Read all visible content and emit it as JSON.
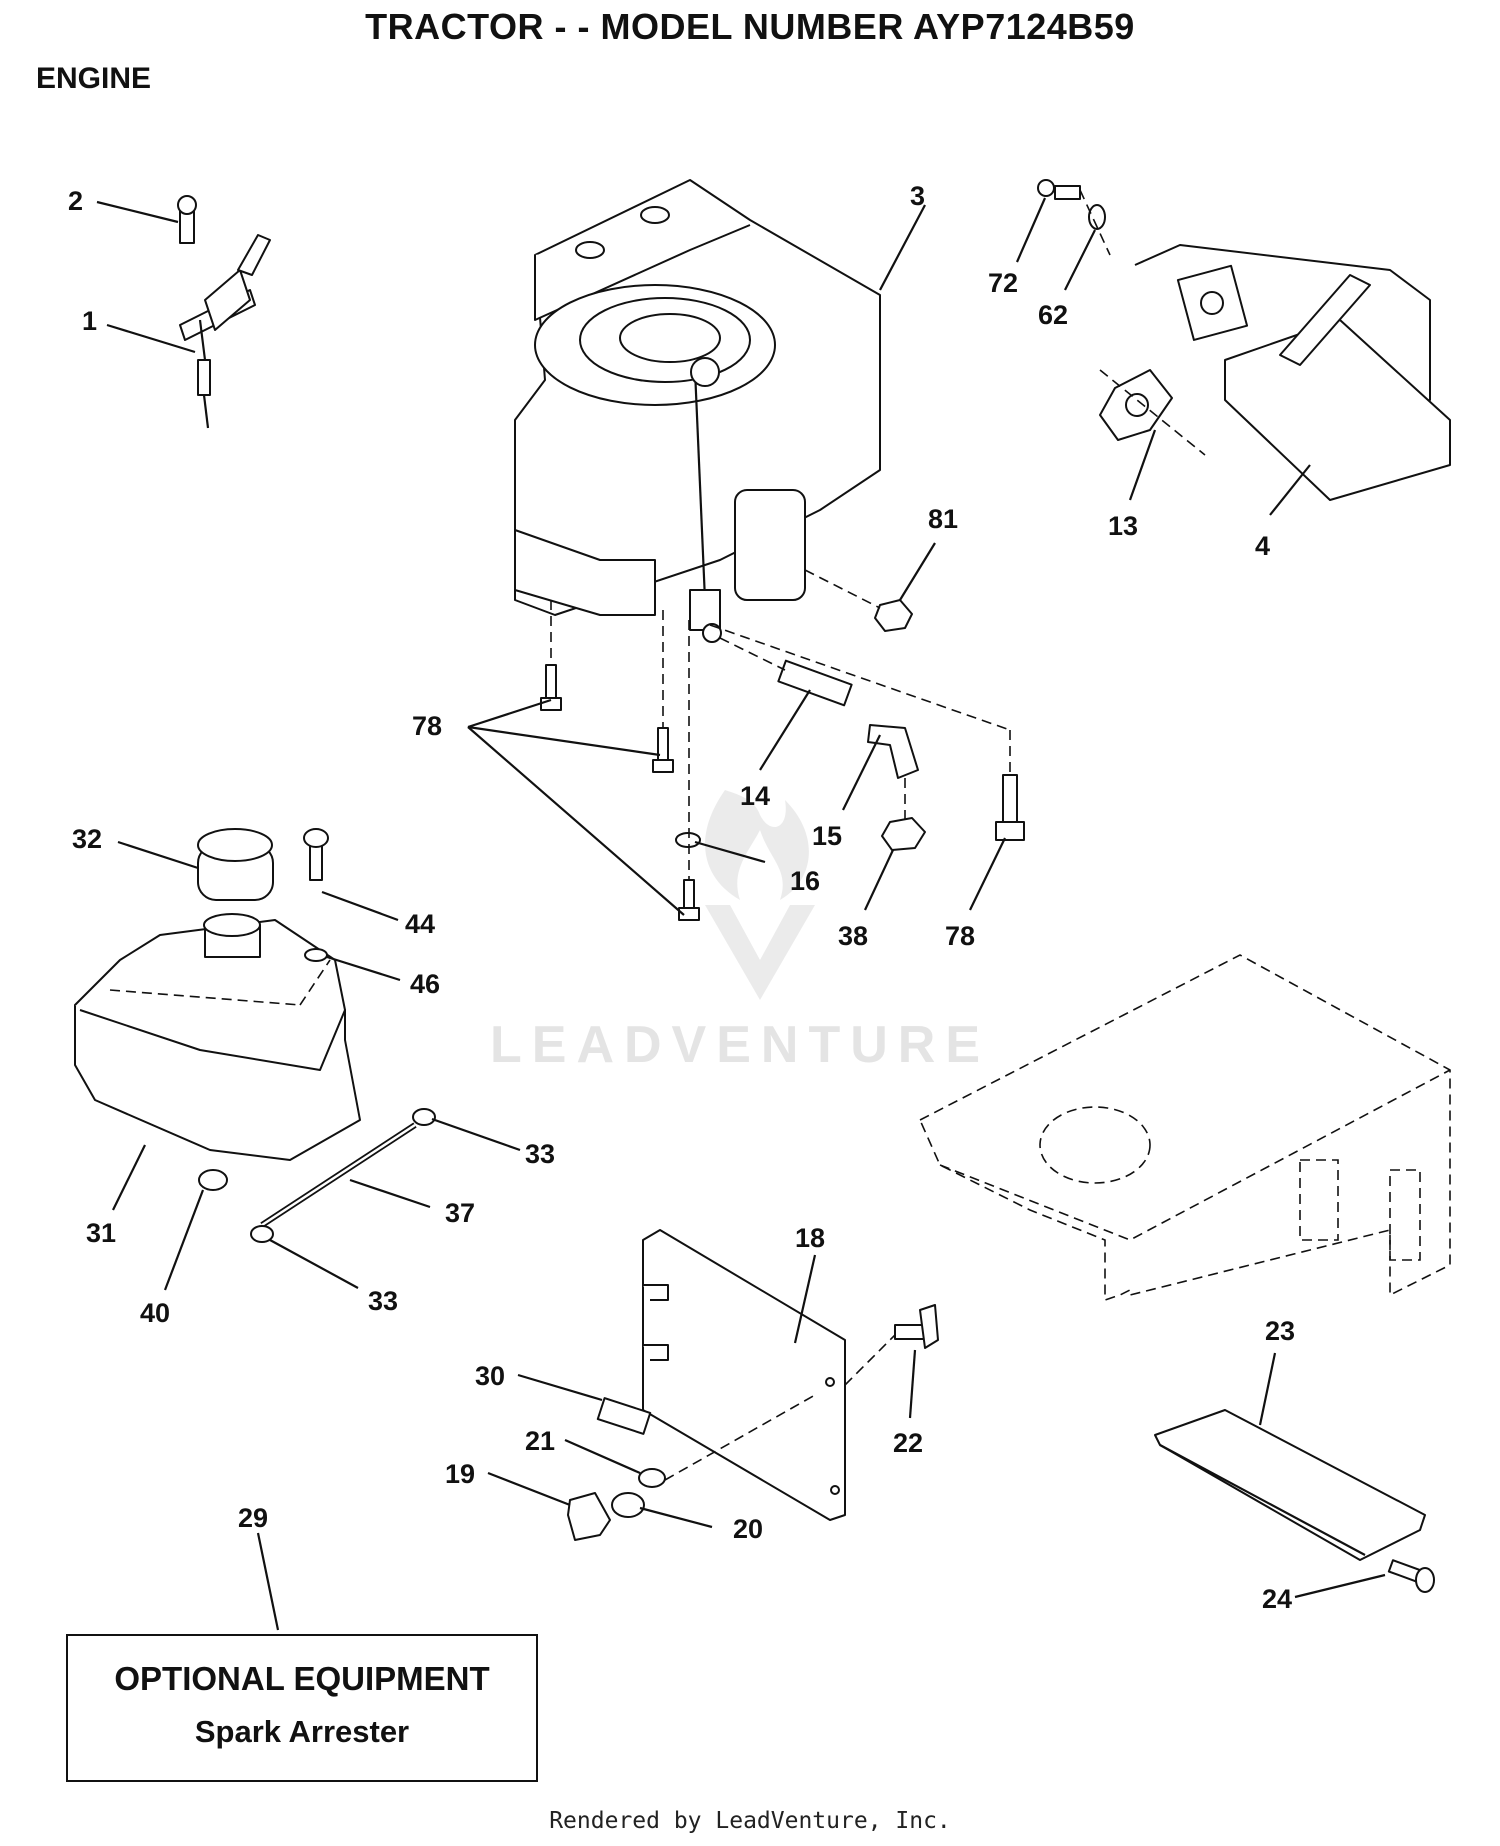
{
  "header": {
    "title": "TRACTOR - - MODEL NUMBER AYP7124B59",
    "section": "ENGINE"
  },
  "watermark": "LEADVENTURE",
  "callouts": [
    "2",
    "1",
    "3",
    "72",
    "62",
    "13",
    "4",
    "81",
    "78",
    "14",
    "15",
    "16",
    "38",
    "78",
    "32",
    "44",
    "46",
    "33",
    "37",
    "31",
    "40",
    "33",
    "18",
    "22",
    "30",
    "21",
    "19",
    "20",
    "23",
    "24",
    "29"
  ],
  "optional_box": {
    "title": "OPTIONAL EQUIPMENT",
    "subtitle": "Spark Arrester"
  },
  "footer": "Rendered by LeadVenture, Inc."
}
